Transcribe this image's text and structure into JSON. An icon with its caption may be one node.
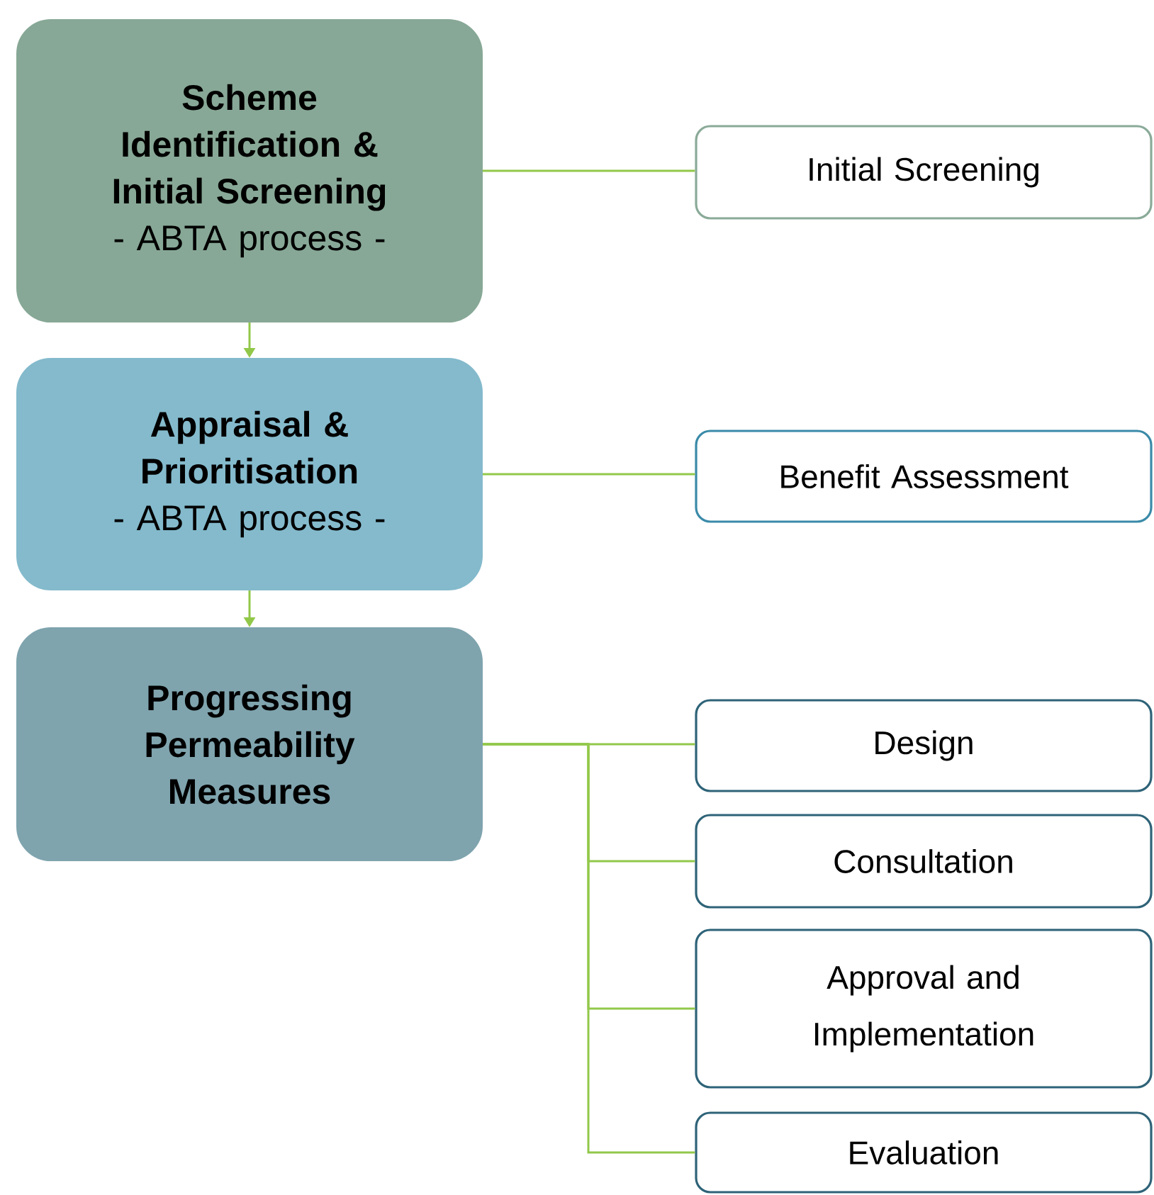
{
  "diagram": {
    "nodes": [
      {
        "text": [
          "Scheme Identification & Initial Screening",
          "- ABTA process -"
        ]
      },
      {
        "text": [
          "Initial Screening"
        ]
      },
      {
        "text": [
          "Appraisal & Prioritisation",
          "- ABTA process -"
        ]
      },
      {
        "text": [
          "Benefit Assessment"
        ]
      },
      {
        "text": [
          "Progressing Permeability Measures"
        ]
      },
      {
        "text": [
          "Design"
        ]
      },
      {
        "text": [
          "Consultation"
        ]
      },
      {
        "text": [
          "Approval and Implementation"
        ]
      },
      {
        "text": [
          "Evaluation"
        ]
      }
    ],
    "edges": [
      {
        "from": 0,
        "to": 1,
        "arrow": "none"
      },
      {
        "from": 0,
        "to": 2,
        "arrow": "to"
      },
      {
        "from": 2,
        "to": 3,
        "arrow": "none"
      },
      {
        "from": 2,
        "to": 4,
        "arrow": "to"
      },
      {
        "from": 4,
        "to": 5,
        "arrow": "none"
      },
      {
        "from": 4,
        "to": 6,
        "arrow": "none"
      },
      {
        "from": 4,
        "to": 7,
        "arrow": "none"
      },
      {
        "from": 4,
        "to": 8,
        "arrow": "none"
      }
    ]
  }
}
